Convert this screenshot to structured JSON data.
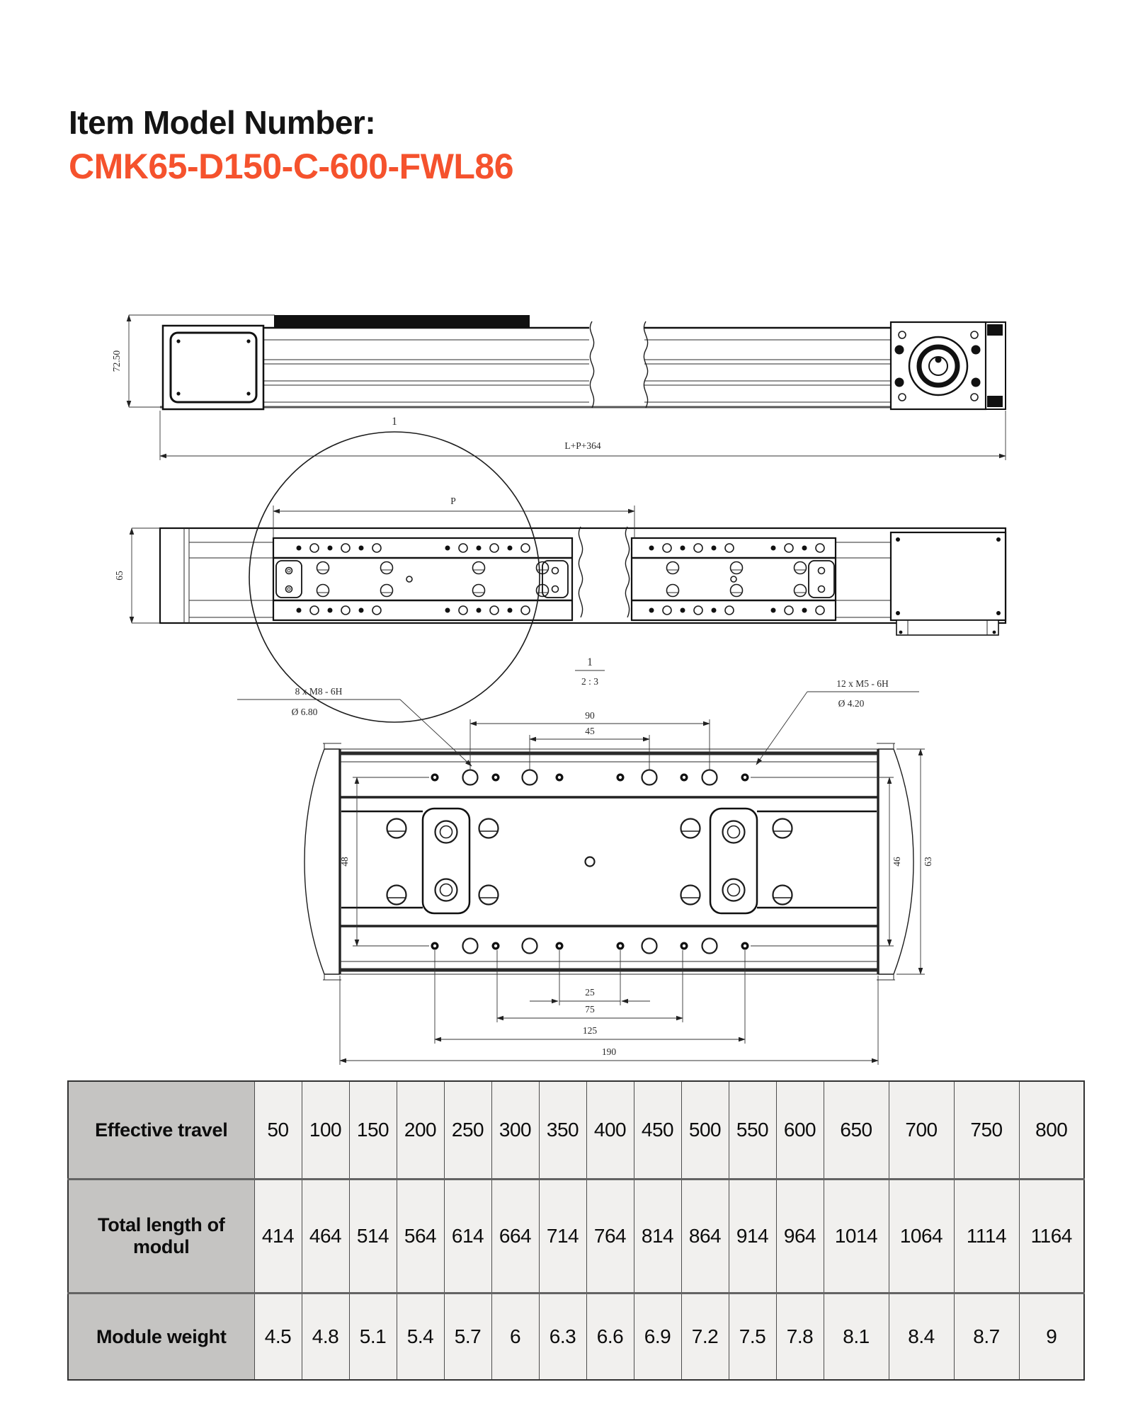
{
  "header": {
    "title": "Item Model Number:",
    "model_number": "CMK65-D150-C-600-FWL86",
    "accent_color": "#f5522d"
  },
  "drawing": {
    "labels": {
      "dim_height": "72.50",
      "dim_total_length": "L+P+364",
      "detail_callout": "1",
      "dim_carriage": "P",
      "dim_width": "65",
      "detail_ref": "1",
      "detail_scale": "2 : 3",
      "dim_90": "90",
      "dim_45": "45",
      "note_left_line1": "8 x  M8 - 6H",
      "note_left_line2": "Ø 6.80",
      "note_right_line1": "12 x  M5 - 6H",
      "note_right_line2": "Ø 4.20",
      "dim_48": "48",
      "dim_46": "46",
      "dim_63": "63",
      "dim_25": "25",
      "dim_75": "75",
      "dim_125": "125",
      "dim_190": "190"
    }
  },
  "table": {
    "rows": [
      {
        "label": "Effective travel",
        "values": [
          "50",
          "100",
          "150",
          "200",
          "250",
          "300",
          "350",
          "400",
          "450",
          "500",
          "550",
          "600",
          "650",
          "700",
          "750",
          "800"
        ]
      },
      {
        "label": "Total length of modul",
        "values": [
          "414",
          "464",
          "514",
          "564",
          "614",
          "664",
          "714",
          "764",
          "814",
          "864",
          "914",
          "964",
          "1014",
          "1064",
          "1114",
          "1164"
        ]
      },
      {
        "label": "Module weight",
        "values": [
          "4.5",
          "4.8",
          "5.1",
          "5.4",
          "5.7",
          "6",
          "6.3",
          "6.6",
          "6.9",
          "7.2",
          "7.5",
          "7.8",
          "8.1",
          "8.4",
          "8.7",
          "9"
        ]
      }
    ]
  }
}
